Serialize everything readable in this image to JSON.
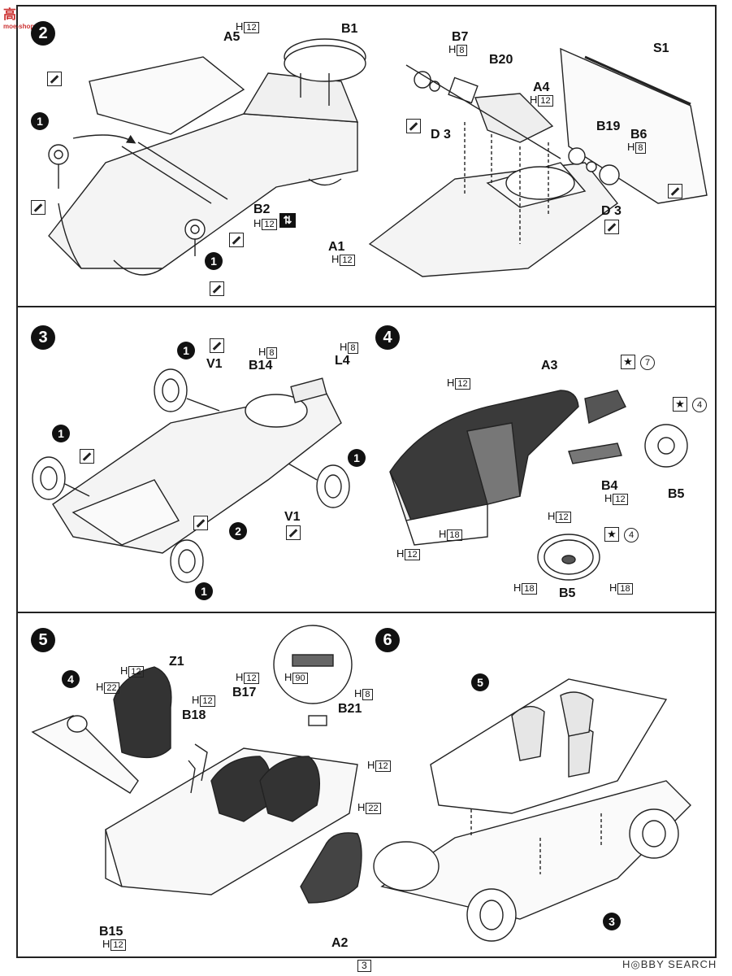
{
  "steps": [
    "2",
    "3",
    "4",
    "5",
    "6"
  ],
  "numbered_ref": "1",
  "ref_2": "2",
  "ref_3": "3",
  "ref_4": "4",
  "ref_5": "5",
  "parts": {
    "A5": "A5",
    "B1": "B1",
    "B2": "B2",
    "A1": "A1",
    "B7": "B7",
    "B20": "B20",
    "A4": "A4",
    "S1": "S1",
    "B19": "B19",
    "B6": "B6",
    "D3a": "D 3",
    "D3b": "D 3",
    "V1a": "V1",
    "V1b": "V1",
    "B14": "B14",
    "L4": "L4",
    "A3": "A3",
    "B4": "B4",
    "B5a": "B5",
    "B5b": "B5",
    "Z1": "Z1",
    "B18": "B18",
    "B17": "B17",
    "B21": "B21",
    "B15": "B15",
    "A2": "A2"
  },
  "colors": {
    "c8": "8",
    "c12": "12",
    "c18": "18",
    "c22": "22",
    "c90": "90"
  },
  "h_prefix": "H",
  "star_labels": {
    "s7": "7",
    "s4a": "4",
    "s4b": "4"
  },
  "page_number": "3",
  "logo": {
    "title": "高",
    "sub": "moe-shop.com"
  },
  "watermark": "H◎BBY SEARCH"
}
